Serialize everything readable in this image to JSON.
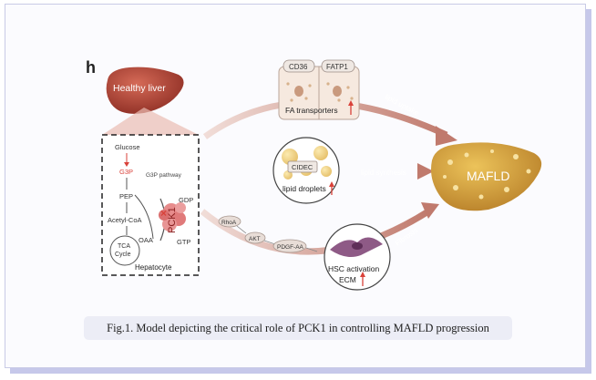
{
  "panel_label": "h",
  "liver": {
    "healthy_label": "Healthy liver",
    "disease_label": "MAFLD"
  },
  "hepatocyte": {
    "glucose": "Glucose",
    "g3p": "G3P",
    "pep": "PEP",
    "acetyl_coa": "Acetyl-CoA",
    "oaa": "OAA",
    "tca": "TCA",
    "cycle": "Cycle",
    "gdp": "GDP",
    "gtp": "GTP",
    "pck1": "PCK1",
    "cell_label": "Hepatocyte"
  },
  "pathways": {
    "g3p_pathway": "G3P pathway",
    "lipid_uptake": "lipid uptake",
    "lipid_synthesis": "lipid synthesis",
    "fibrosis": "Fibrosis"
  },
  "transporters": {
    "cd36": "CD36",
    "fatp1": "FATP1",
    "label": "FA transporters"
  },
  "droplets": {
    "cidec": "CIDEC",
    "label": "lipid droplets"
  },
  "signaling": {
    "rhoa": "RhoA",
    "akt": "AKT",
    "pdgf": "PDGF-AA"
  },
  "hsc": {
    "line1": "HSC activation",
    "line2": "ECM"
  },
  "caption": "Fig.1. Model depicting the critical role of PCK1 in controlling MAFLD progression",
  "colors": {
    "accent_red": "#d9423a",
    "arrow": "#c98f86",
    "healthy_liver": "#b54a3b",
    "mafld_liver": "#d6a13a"
  }
}
